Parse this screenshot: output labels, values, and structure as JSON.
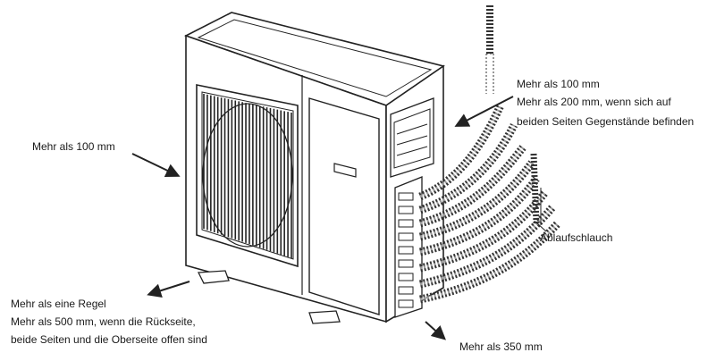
{
  "labels": {
    "left_clearance": "Mehr als 100 mm",
    "top_clearance_1": "Mehr als 100 mm",
    "top_clearance_2": "Mehr als 200 mm, wenn sich auf",
    "top_clearance_3": "beiden Seiten Gegenstände befinden",
    "drain_hose": "Ablaufschlauch",
    "rear_rule_1": "Mehr als eine Regel",
    "rear_rule_2": "Mehr als 500 mm, wenn die Rückseite,",
    "rear_rule_3": "beide Seiten und die Oberseite offen sind",
    "front_clearance": "Mehr als 350 mm"
  },
  "colors": {
    "line": "#222222",
    "fill": "#ffffff",
    "hose": "#333333"
  }
}
